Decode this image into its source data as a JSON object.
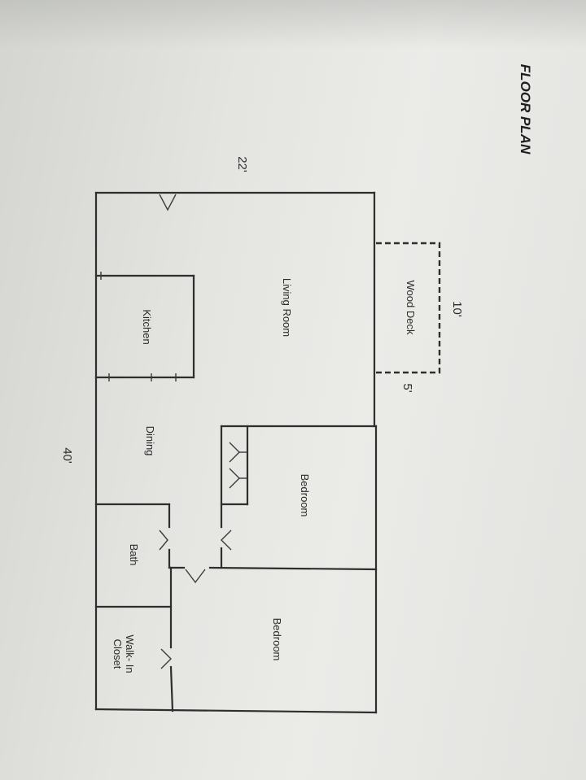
{
  "title": "FLOOR PLAN",
  "dimensions": {
    "width": "22'",
    "length": "40'",
    "deck_length": "10'",
    "deck_depth": "5'"
  },
  "rooms": {
    "living_room": "Living Room",
    "kitchen": "Kitchen",
    "dining": "Dining",
    "bedroom_1": "Bedroom",
    "bedroom_2": "Bedroom",
    "bath": "Bath",
    "walk_in_closet_line1": "Walk- In",
    "walk_in_closet_line2": "Closet",
    "wood_deck": "Wood Deck"
  }
}
